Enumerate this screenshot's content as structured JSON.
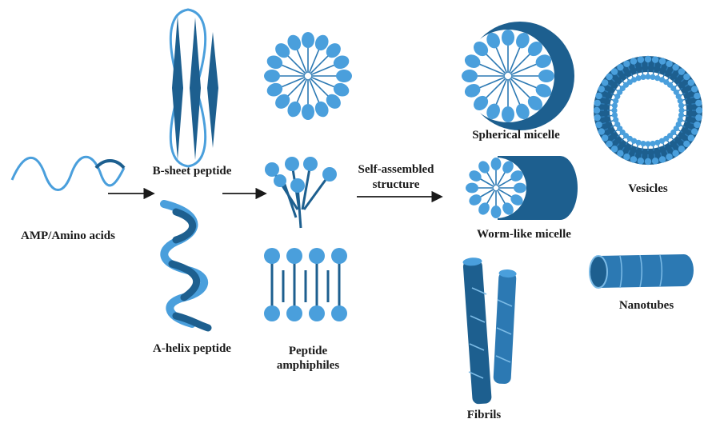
{
  "colors": {
    "dark": "#1d5f8f",
    "mid": "#2c79b3",
    "light": "#4a9fdc",
    "pale": "#7cbbe6",
    "line": "#1a1a1a"
  },
  "labels": {
    "amp": "AMP/Amino acids",
    "bsheet": "B-sheet peptide",
    "ahelix": "A-helix peptide",
    "peptide_line1": "Peptide",
    "peptide_line2": "amphiphiles",
    "self_line1": "Self-assembled",
    "self_line2": "structure",
    "spherical": "Spherical micelle",
    "worm": "Worm-like micelle",
    "vesicles": "Vesicles",
    "nanotubes": "Nanotubes",
    "fibrils": "Fibrils"
  }
}
